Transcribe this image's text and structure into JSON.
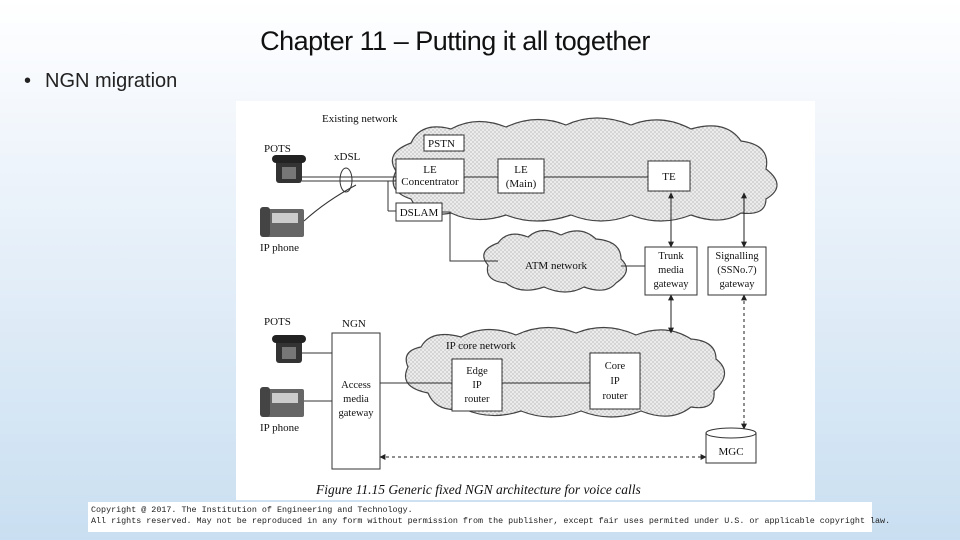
{
  "slide": {
    "title": "Chapter 11 – Putting it all together",
    "bullet": "NGN migration"
  },
  "diagram": {
    "existing_network": "Existing network",
    "pstn": "PSTN",
    "pots_top": "POTS",
    "xdsl": "xDSL",
    "ip_phone_top": "IP phone",
    "le_concentrator": [
      "LE",
      "Concentrator"
    ],
    "le_main": [
      "LE",
      "(Main)"
    ],
    "te": "TE",
    "dslam": "DSLAM",
    "atm_network": "ATM network",
    "trunk_gateway": [
      "Trunk",
      "media",
      "gateway"
    ],
    "signalling_gateway": [
      "Signalling",
      "(SSNo.7)",
      "gateway"
    ],
    "pots_bottom": "POTS",
    "ngn": "NGN",
    "ip_core_network": "IP core network",
    "access_gateway": [
      "Access",
      "media",
      "gateway"
    ],
    "edge_router": [
      "Edge",
      "IP",
      "router"
    ],
    "core_router": [
      "Core",
      "IP",
      "router"
    ],
    "ip_phone_bottom": "IP phone",
    "mgc": "MGC",
    "caption": "Figure 11.15    Generic fixed NGN architecture for voice calls"
  },
  "copyright": {
    "line1": "Copyright @ 2017. The Institution of Engineering and Technology.",
    "line2": "All rights reserved. May not be reproduced in any form without permission from the publisher, except fair uses permited under U.S. or applicable copyright law."
  }
}
